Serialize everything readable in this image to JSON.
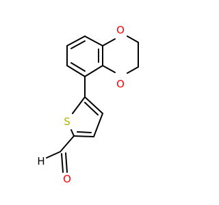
{
  "molecule": {
    "atoms": {
      "oxygen_top": {
        "symbol": "O",
        "color": "#ff0000"
      },
      "oxygen_bottom": {
        "symbol": "O",
        "color": "#ff0000"
      },
      "sulfur": {
        "symbol": "S",
        "color": "#b2b200"
      },
      "oxygen_aldehyde": {
        "symbol": "O",
        "color": "#ff0000"
      },
      "hydrogen_aldehyde": {
        "symbol": "H",
        "color": "#000000"
      }
    }
  }
}
